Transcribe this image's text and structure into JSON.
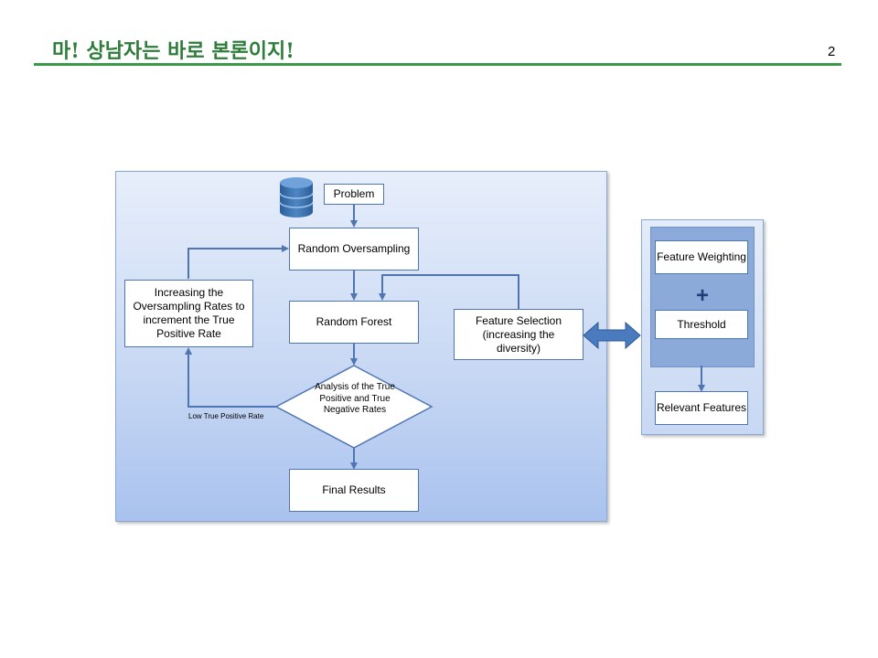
{
  "slide": {
    "title": "마! 상남자는 바로 본론이지!",
    "page_number": "2"
  },
  "diagram": {
    "problem": "Problem",
    "random_oversampling": "Random Oversampling",
    "random_forest": "Random Forest",
    "increase_rates": "Increasing the Oversampling Rates to increment the True Positive Rate",
    "analysis": "Analysis of the True Positive and True Negative Rates",
    "low_tpr_label": "Low True Positive Rate",
    "final_results": "Final Results",
    "feature_selection": "Feature Selection (increasing the diversity)",
    "feature_weighting": "Feature Weighting",
    "plus": "+",
    "threshold": "Threshold",
    "relevant_features": "Relevant Features",
    "icons": [
      "database-icon"
    ]
  }
}
